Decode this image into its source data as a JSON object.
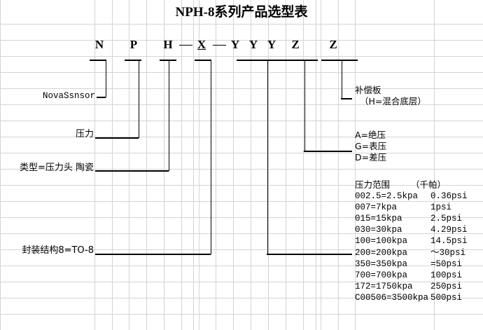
{
  "title": "NPH-8系列产品选型表",
  "model_code": {
    "letters": [
      {
        "char": "N",
        "underlined": false
      },
      {
        "char": "P",
        "underlined": false
      },
      {
        "char": "H",
        "underlined": false
      },
      {
        "char": "X",
        "underlined": true
      },
      {
        "char": "Y",
        "underlined": false
      },
      {
        "char": "Y",
        "underlined": false
      },
      {
        "char": "Y",
        "underlined": false
      },
      {
        "char": "Z",
        "underlined": false
      },
      {
        "char": "Z",
        "underlined": false
      }
    ],
    "separator": "—"
  },
  "left_labels": [
    {
      "text": "NovaSsnsor"
    },
    {
      "text": "压力"
    },
    {
      "text": "类型=压力头 陶瓷"
    },
    {
      "text": "封装结构8=TO-8"
    }
  ],
  "right_blocks": {
    "compensation": {
      "line1": "补偿板",
      "line2": "（H=混合底层）"
    },
    "pressure_type": [
      "A=绝压",
      "G=表压",
      "D=差压"
    ],
    "pressure_range": {
      "header_left": "压力范围",
      "header_right": "（千帕）",
      "rows": [
        {
          "code": "002.5=2.5kpa",
          "psi": "0.36psi"
        },
        {
          "code": "007=7kpa",
          "psi": "1psi"
        },
        {
          "code": "015=15kpa",
          "psi": "2.5psi"
        },
        {
          "code": "030=30kpa",
          "psi": "4.29psi"
        },
        {
          "code": "100=100kpa",
          "psi": "14.5psi"
        },
        {
          "code": "200=200kpa",
          "psi": "～30psi"
        },
        {
          "code": "350=350kpa",
          "psi": "=50psi"
        },
        {
          "code": "700=700kpa",
          "psi": "100psi"
        },
        {
          "code": "172=1750kpa",
          "psi": "250psi"
        },
        {
          "code": "C00506=3500kpa",
          "psi": "500psi"
        }
      ]
    }
  },
  "colors": {
    "grid_line": "#d4d4d4",
    "leader_line": "#000000",
    "text": "#000000",
    "background": "#ffffff"
  }
}
